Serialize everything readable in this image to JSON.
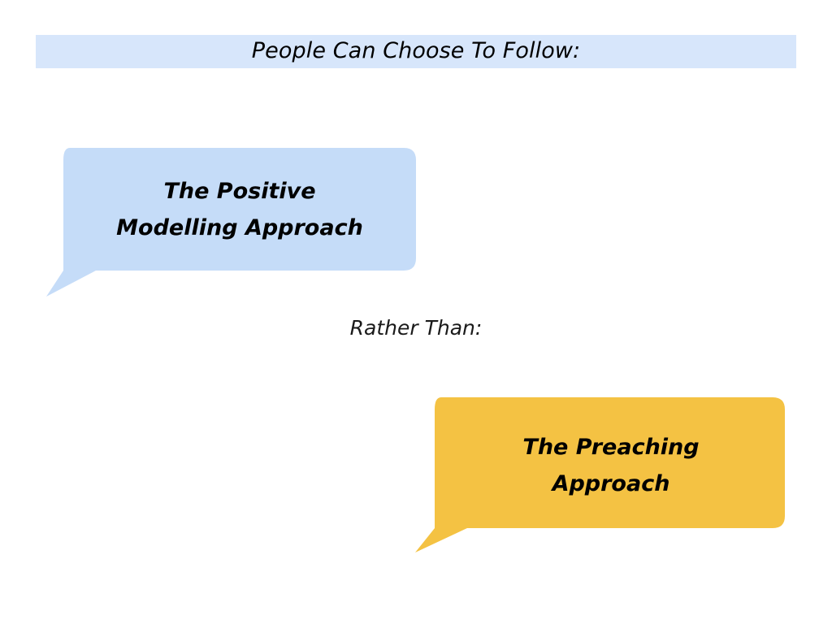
{
  "slide": {
    "background_color": "#ffffff",
    "header": {
      "title": "People Can Choose To Follow:",
      "background_color": "#d7e6fb"
    },
    "connector_text": "Rather Than:",
    "bubbles": [
      {
        "id": "positive-modelling",
        "text": "The Positive\nModelling Approach",
        "fill_color": "#c5dcf8",
        "tail_side": "bottom-left"
      },
      {
        "id": "preaching",
        "text": "The Preaching\nApproach",
        "fill_color": "#f4c243",
        "tail_side": "bottom-left"
      }
    ]
  }
}
